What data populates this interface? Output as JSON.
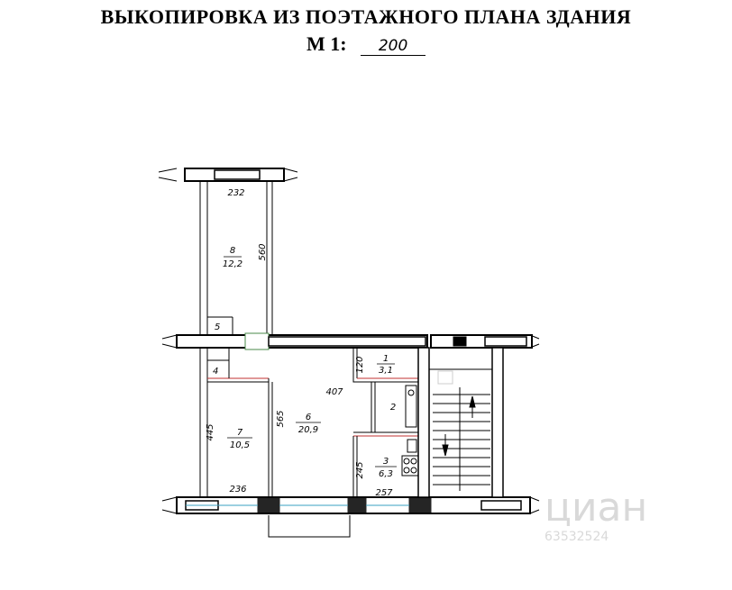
{
  "header": {
    "title": "ВЫКОПИРОВКА ИЗ ПОЭТАЖНОГО ПЛАНА ЗДАНИЯ",
    "scale_label": "М 1:",
    "scale_value": "200"
  },
  "rooms": [
    {
      "number": "1",
      "area": "3,1"
    },
    {
      "number": "2",
      "area": ""
    },
    {
      "number": "3",
      "area": "6,3"
    },
    {
      "number": "4",
      "area": ""
    },
    {
      "number": "5",
      "area": ""
    },
    {
      "number": "6",
      "area": "20,9"
    },
    {
      "number": "7",
      "area": "10,5"
    },
    {
      "number": "8",
      "area": "12,2"
    }
  ],
  "dimensions": {
    "balcony_width": "232",
    "balcony_length": "560",
    "room7_length": "445",
    "room6_length": "565",
    "room6_width": "407",
    "room1_dim": "120",
    "room3_dim": "245",
    "room7_width": "236",
    "room3_width": "257"
  },
  "watermark": {
    "brand": "циан",
    "code": "63532524"
  }
}
